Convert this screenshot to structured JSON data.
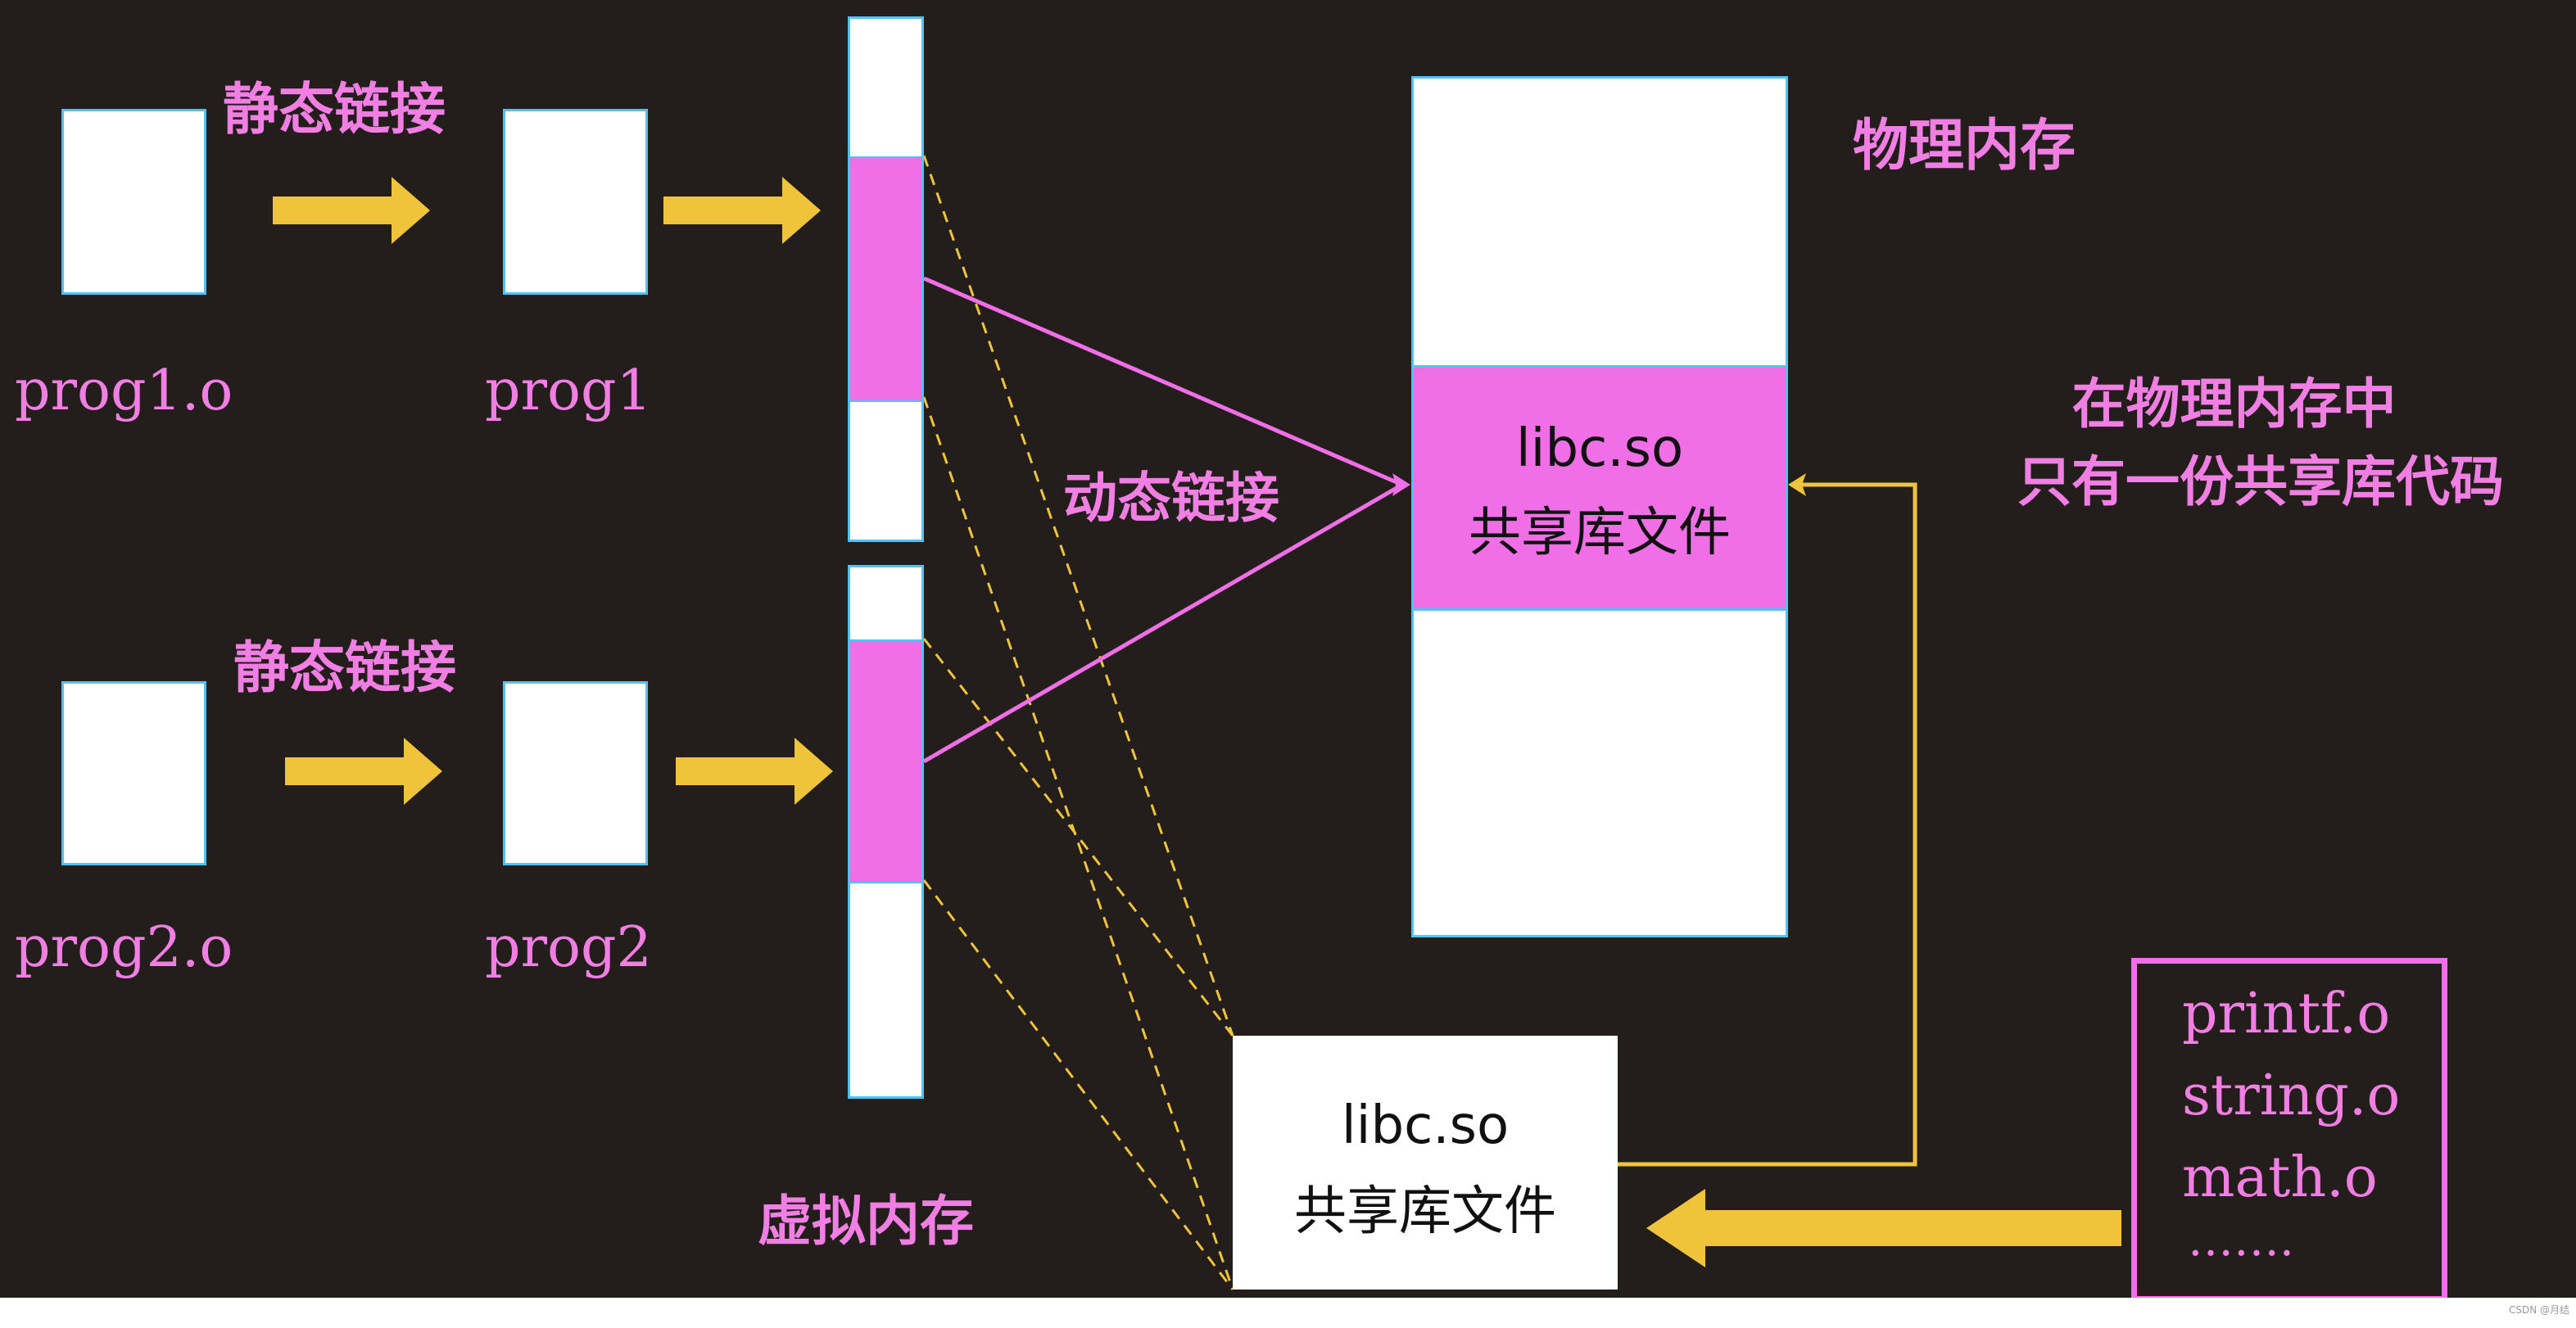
{
  "labels": {
    "static_link_top": "静态链接",
    "static_link_bottom": "静态链接",
    "prog1_o": "prog1.o",
    "prog1": "prog1",
    "prog2_o": "prog2.o",
    "prog2": "prog2",
    "dynamic_link": "动态链接",
    "virtual_memory": "虚拟内存",
    "physical_memory": "物理内存",
    "note_line1": "在物理内存中",
    "note_line2": "只有一份共享库代码"
  },
  "physical_block": {
    "name": "libc.so",
    "desc": "共享库文件"
  },
  "disk_block": {
    "name": "libc.so",
    "desc": "共享库文件"
  },
  "object_files": [
    "printf.o",
    "string.o",
    "math.o",
    "……."
  ],
  "watermark": "CSDN @月结",
  "colors": {
    "background": "#231e1b",
    "pink": "#f06ee6",
    "text_pink": "#f07ee3",
    "arrow_yellow": "#f0c43a",
    "box_border": "#4fc3f7"
  }
}
